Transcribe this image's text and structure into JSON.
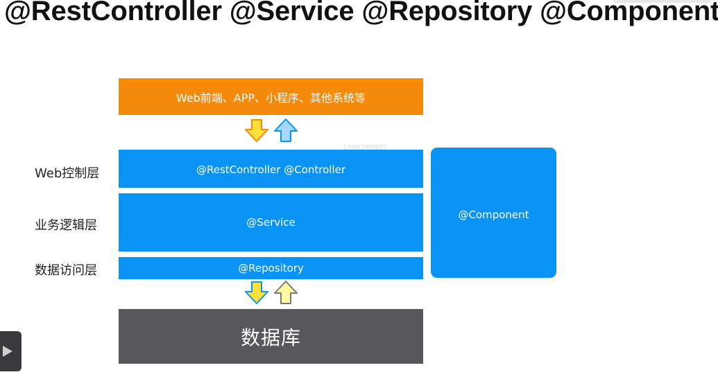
{
  "title": "@RestController @Service @Repository @Component",
  "diagram": {
    "client_block": "Web前端、APP、小程序、其他系统等",
    "web_layer": {
      "label": "Web控制层",
      "block": "@RestController  @Controller"
    },
    "service_layer": {
      "label": "业务逻辑层",
      "block": "@Service"
    },
    "data_layer": {
      "label": "数据访问层",
      "block": "@Repository"
    },
    "component_block": "@Component",
    "database_block": "数据库",
    "watermark": "1396299907"
  },
  "colors": {
    "client": "#f5890a",
    "layer": "#0994f5",
    "database": "#58585b",
    "arrow_down_fill": "#fce13a",
    "arrow_down_stroke": "#f5890a",
    "arrow_up_fill": "#a4d9ff",
    "arrow_up_stroke": "#0994f5",
    "arrow_up2_fill": "#fff9a0",
    "arrow_up2_stroke": "#777777"
  },
  "icons": {
    "arrows": [
      "down-arrow-icon",
      "up-arrow-icon"
    ],
    "player": "play-icon"
  }
}
